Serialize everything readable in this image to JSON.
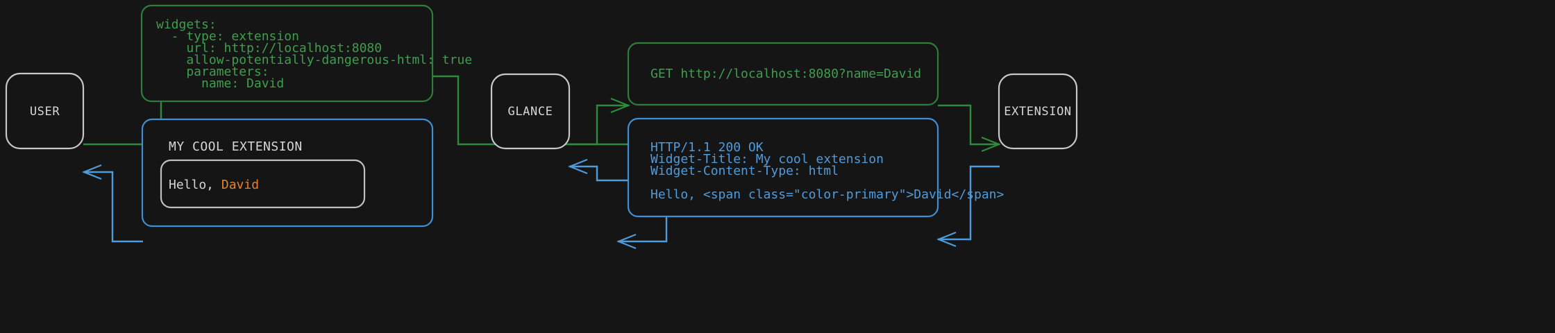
{
  "diagram": {
    "background_color": "#151515",
    "nodes": [
      {
        "id": "user",
        "label": "USER"
      },
      {
        "id": "glance",
        "label": "GLANCE"
      },
      {
        "id": "extension",
        "label": "EXTENSION"
      }
    ],
    "panels": {
      "config": {
        "accent_color": "#2f7d3b",
        "text_color": "#3f9e4d",
        "lines": [
          "widgets:",
          "  - type: extension",
          "    url: http://localhost:8080",
          "    allow-potentially-dangerous-html: true",
          "    parameters:",
          "      name: David"
        ]
      },
      "request": {
        "accent_color": "#2f7d3b",
        "text_color": "#3f9e4d",
        "lines": [
          "GET http://localhost:8080?name=David"
        ]
      },
      "response": {
        "accent_color": "#3f8fd4",
        "text_color": "#4f9bdc",
        "lines": [
          "HTTP/1.1 200 OK",
          "Widget-Title: My cool extension",
          "Widget-Content-Type: html",
          "",
          "Hello, <span class=\"color-primary\">David</span>"
        ]
      },
      "widget_preview": {
        "accent_color": "#3f8fd4",
        "title": "MY COOL EXTENSION",
        "body_prefix": "Hello, ",
        "body_accent": "David",
        "accent_text_color": "#e8822a",
        "body_text_color": "#d6d6d6"
      }
    }
  }
}
